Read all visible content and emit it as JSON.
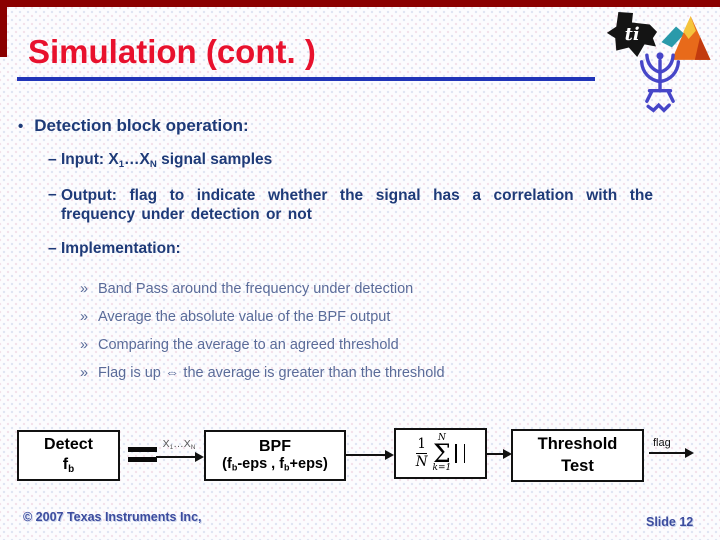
{
  "slide": {
    "title": "Simulation (cont. )",
    "footer_left": "© 2007 Texas Instruments Inc,",
    "footer_right": "Slide 12"
  },
  "colors": {
    "title_red": "#e8112d",
    "underline_blue": "#2135b8",
    "border_maroon": "#8b0000",
    "body_navy": "#1e3a78",
    "sub_bullet_blue": "#5a6b99",
    "matlab_orange": "#e86a1a",
    "matlab_teal": "#2a9aaa",
    "tau_logo_blue": "#4646c8"
  },
  "icons": {
    "ti_logo": "texas-instruments-logo",
    "matlab_logo": "matlab-logo",
    "tau_logo": "tel-aviv-university-logo",
    "ti_monogram": "ti"
  },
  "bullets": {
    "l1_glyph": "•",
    "dash_glyph": "–",
    "chevron_glyph": "»",
    "level1": "Detection block operation:",
    "input": {
      "pre": "Input: X",
      "sub1": "1",
      "mid": "…X",
      "sub2": "N",
      "post": " signal samples"
    },
    "output": "Output: flag to indicate whether the signal has a correlation with the frequency under detection or not",
    "implementation": "Implementation:",
    "items": [
      "Band Pass around the frequency under detection",
      "Average the absolute value of the BPF output",
      "Comparing the average to an agreed threshold",
      "Flag is up ⇔ the average is greater than the threshold"
    ]
  },
  "diagram": {
    "detect_box": {
      "line1": "Detect",
      "f": "f",
      "fsub": "b"
    },
    "x_label": {
      "pre": "X",
      "sub1": "1",
      "mid": "…X",
      "sub2": "N"
    },
    "bpf_box": {
      "line1": "BPF",
      "p1": "(f",
      "s1": "b",
      "p2": "-eps , f",
      "s2": "b",
      "p3": "+eps)"
    },
    "formula": {
      "num": "1",
      "den": "N",
      "sigma": "Σ",
      "upper": "N",
      "lower": "k=1"
    },
    "threshold_box": {
      "line1": "Threshold",
      "line2": "Test"
    },
    "flag_label": "flag"
  }
}
